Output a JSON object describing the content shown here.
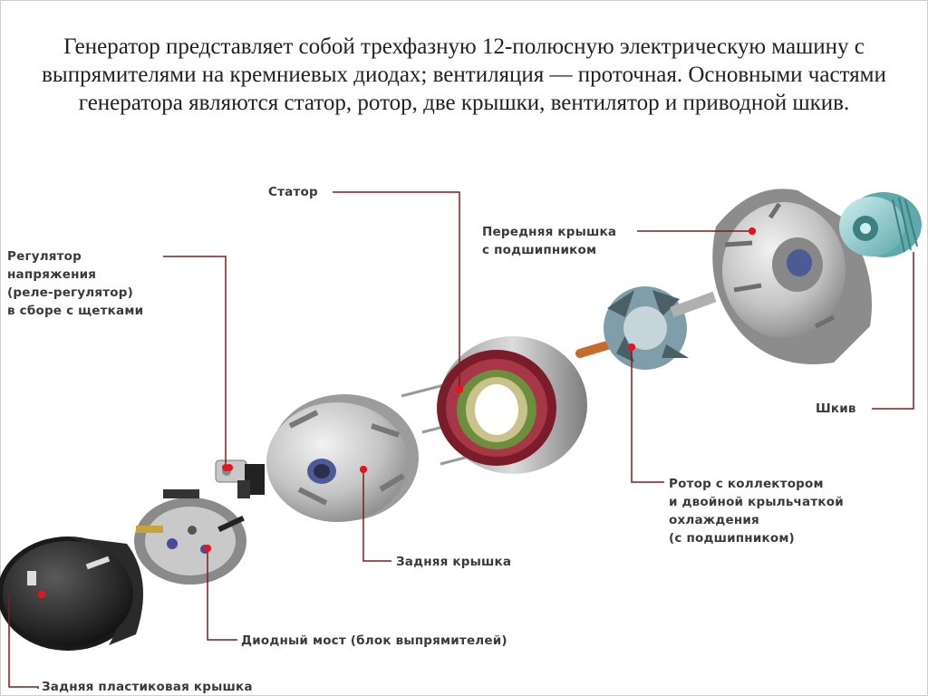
{
  "intro_text": "Генератор представляет собой трехфазную 12-полюсную электрическую машину с выпрямителями на кремниевых диодах; вентиляция — проточная. Основными частями генератора являются статор, ротор, две крышки, вентилятор и приводной шкив.",
  "labels": {
    "stator": [
      "Статор"
    ],
    "regulator": [
      "Регулятор",
      "напряжения",
      "(реле-регулятор)",
      "в сборе с щетками"
    ],
    "front_cover": [
      "Передняя крышка",
      "с подшипником"
    ],
    "pulley": [
      "Шкив"
    ],
    "rotor": [
      "Ротор с коллектором",
      "и двойной крыльчаткой",
      "охлаждения",
      "(с подшипником)"
    ],
    "rear_cover": [
      "Задняя крышка"
    ],
    "diode_bridge": [
      "Диодный мост (блок выпрямителей)"
    ],
    "plastic_cover": [
      "Задняя пластиковая крышка"
    ]
  },
  "colors": {
    "leader_line": "#7a1f1f",
    "marker_dot": "#e8141c",
    "label_text": "#3a3a3a"
  }
}
